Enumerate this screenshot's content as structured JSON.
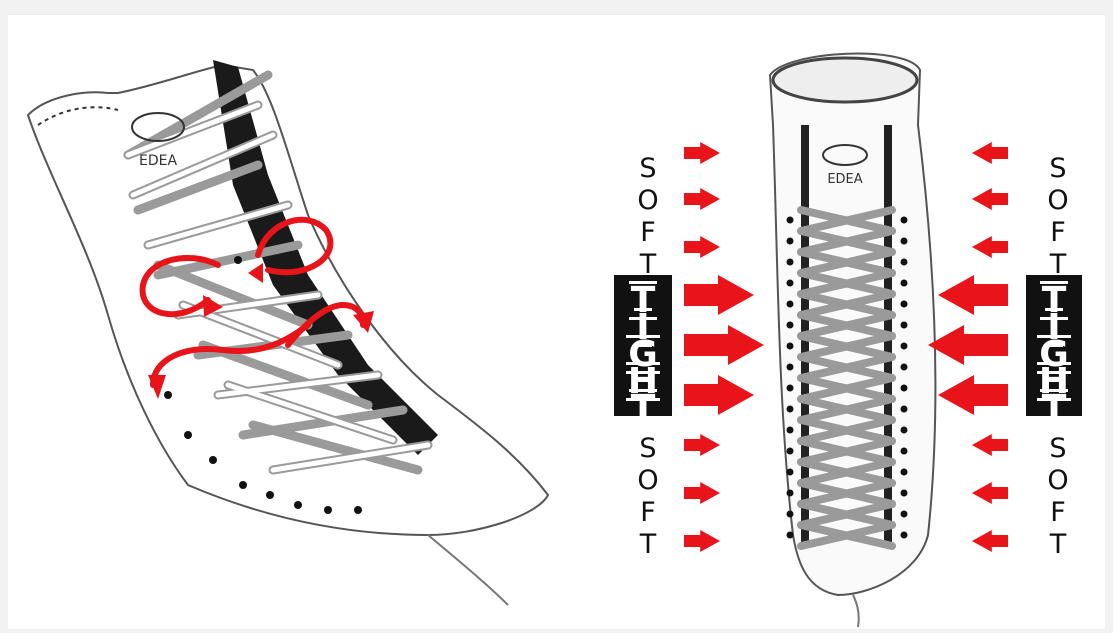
{
  "left_graphic": {
    "logo_text": "EDEA"
  },
  "right_graphic": {
    "logo_text": "EDEA",
    "left_column": {
      "top": [
        "S",
        "O",
        "F",
        "T"
      ],
      "tight": [
        "T",
        "I",
        "G",
        "H",
        "T"
      ],
      "bottom": [
        "S",
        "O",
        "F",
        "T"
      ]
    },
    "right_column": {
      "top": [
        "S",
        "O",
        "F",
        "T"
      ],
      "tight": [
        "T",
        "I",
        "G",
        "H",
        "T"
      ],
      "bottom": [
        "S",
        "O",
        "F",
        "T"
      ]
    }
  },
  "colors": {
    "arrow": "#e8141a",
    "ink": "#111111",
    "background": "#ffffff",
    "page": "#f2f2f2"
  }
}
